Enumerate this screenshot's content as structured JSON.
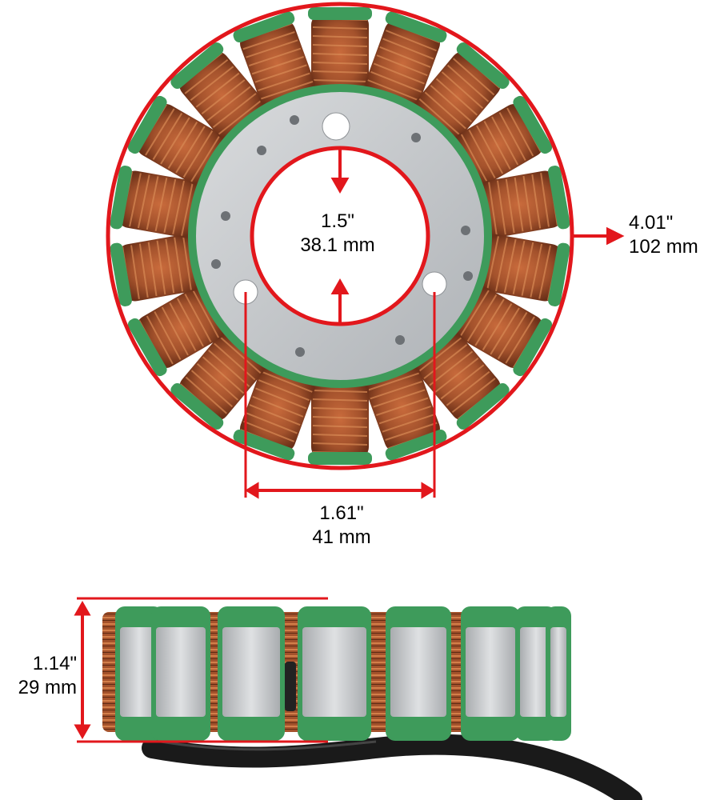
{
  "colors": {
    "background": "#ffffff",
    "dimension_red": "#e2171c",
    "label_text": "#000000",
    "copper": "#a4522c",
    "green_coating": "#3e9b5b",
    "steel": "#c6c9cc"
  },
  "dimensions": {
    "inner_diameter": {
      "inches": "1.5\"",
      "metric": "38.1 mm"
    },
    "outer_diameter": {
      "inches": "4.01\"",
      "metric": "102 mm"
    },
    "bolt_spacing": {
      "inches": "1.61\"",
      "metric": "41 mm"
    },
    "height": {
      "inches": "1.14\"",
      "metric": "29 mm"
    }
  }
}
